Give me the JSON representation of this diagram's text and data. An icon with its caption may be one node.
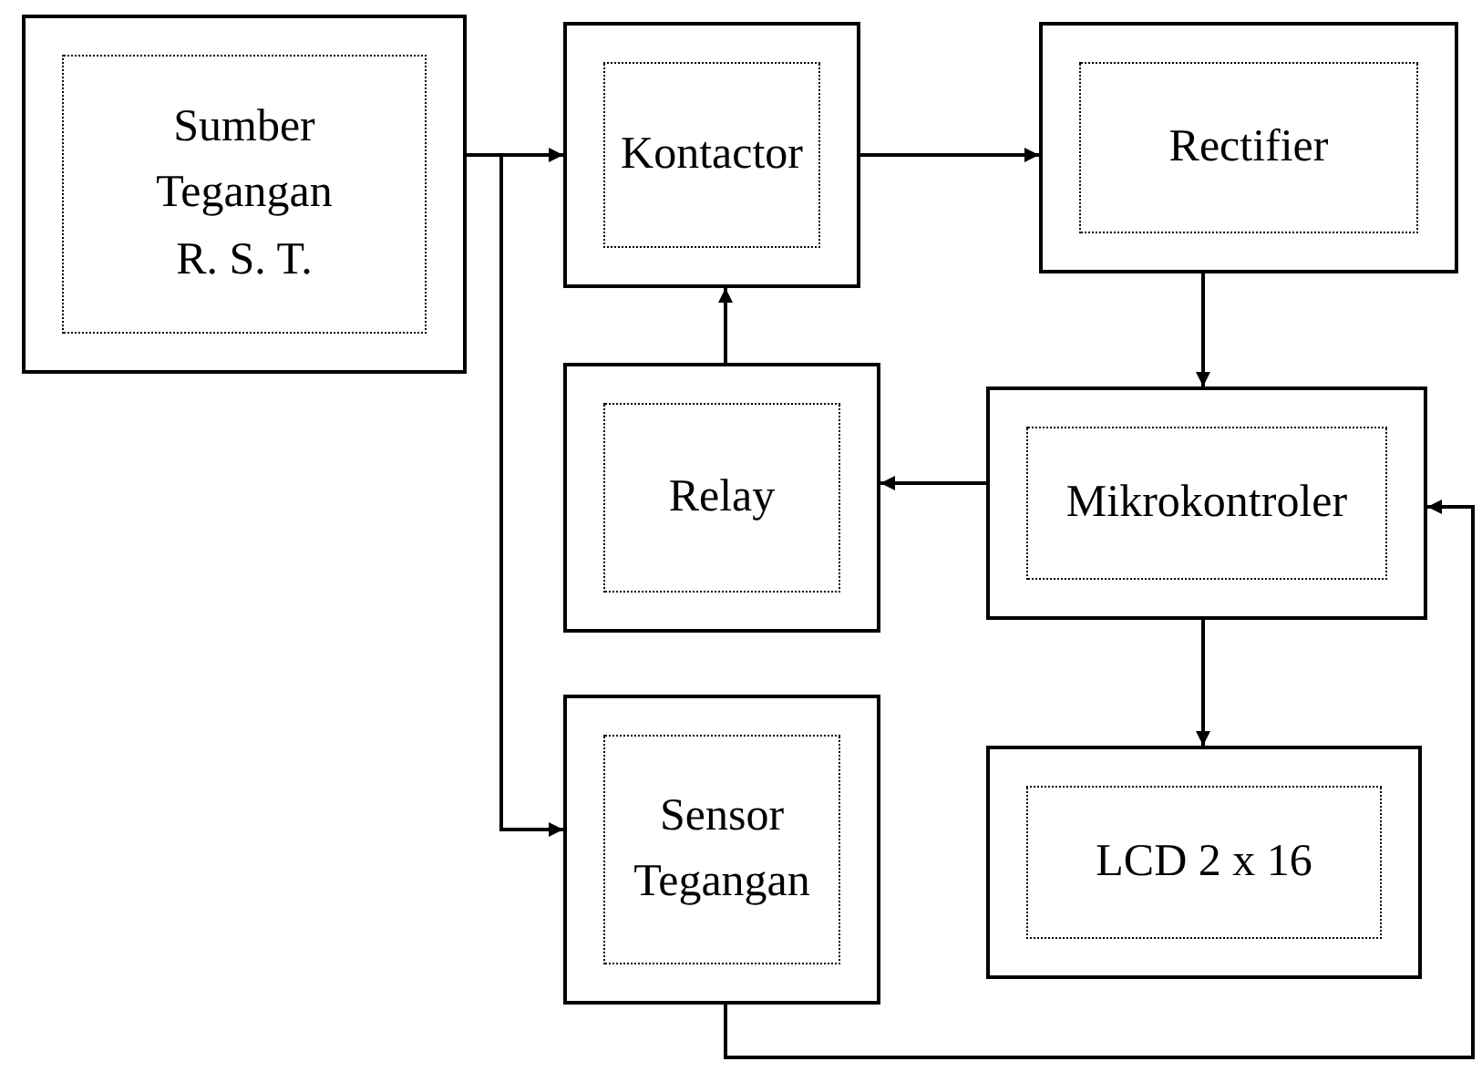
{
  "diagram": {
    "nodes": [
      {
        "text": [
          "Sumber Tegangan R. S. T."
        ]
      },
      {
        "text": [
          "Kontactor"
        ]
      },
      {
        "text": [
          "Rectifier"
        ]
      },
      {
        "text": [
          "Relay"
        ]
      },
      {
        "text": [
          "Mikrokontroler"
        ]
      },
      {
        "text": [
          "Sensor Tegangan"
        ]
      },
      {
        "text": [
          "LCD 2 x 16"
        ]
      }
    ],
    "edges": [
      {
        "from": 0,
        "to": 1,
        "arrow": "to"
      },
      {
        "from": 0,
        "to": 5,
        "arrow": "to"
      },
      {
        "from": 1,
        "to": 2,
        "arrow": "to"
      },
      {
        "from": 2,
        "to": 4,
        "arrow": "to"
      },
      {
        "from": 4,
        "to": 3,
        "arrow": "to"
      },
      {
        "from": 3,
        "to": 1,
        "arrow": "to"
      },
      {
        "from": 4,
        "to": 6,
        "arrow": "to"
      },
      {
        "from": 5,
        "to": 4,
        "arrow": "to"
      }
    ]
  }
}
